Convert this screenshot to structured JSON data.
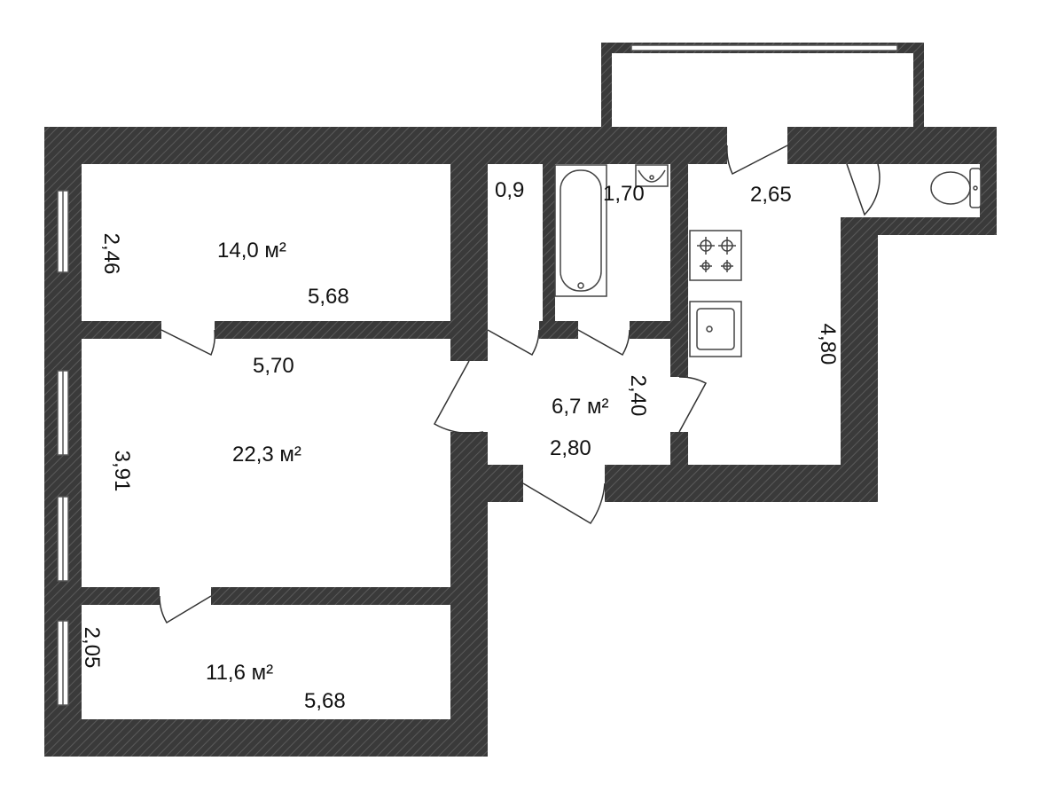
{
  "colors": {
    "wall": "#3a3a3a",
    "hatch": "#5a5a5a",
    "floor": "#ffffff",
    "line": "#333333",
    "window": "#cfcfcf"
  },
  "rooms": {
    "room_top": {
      "area": "14,0 м²",
      "width": "5,68",
      "depth": "2,46"
    },
    "room_middle": {
      "area": "22,3 м²",
      "width": "5,70",
      "depth": "3,91"
    },
    "room_bottom": {
      "area": "11,6 м²",
      "width": "5,68",
      "depth": "2,05"
    },
    "hall": {
      "area": "6,7 м²",
      "width": "2,80",
      "depth": "2,40"
    },
    "toilet_width": "0,9",
    "bathroom_width": "1,70",
    "kitchen": {
      "width": "2,65",
      "depth": "4,80"
    }
  }
}
